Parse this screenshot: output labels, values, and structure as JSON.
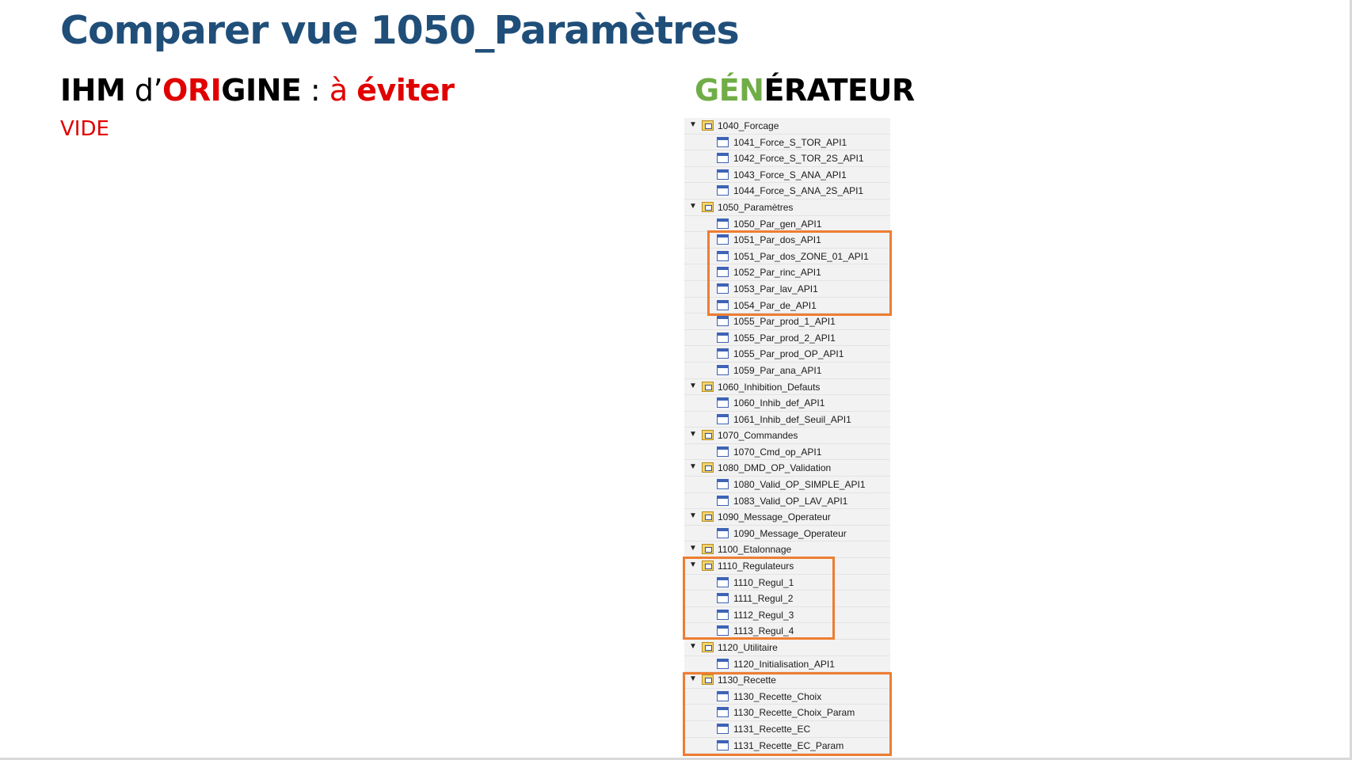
{
  "slide": {
    "title": "Comparer vue 1050_Paramètres",
    "left_heading": {
      "part1": "IHM",
      "part2": " d’",
      "part3": "ORI",
      "part4": "GINE",
      "part5": " : ",
      "part6": "à ",
      "part7": "éviter"
    },
    "left_status": "VIDE",
    "right_heading": {
      "part1": "GÉN",
      "part2": "ÉRATEUR"
    }
  },
  "colors": {
    "title": "#1f4e79",
    "accent_red": "#e00000",
    "accent_green": "#70ad47",
    "highlight_orange": "#ed7d31"
  },
  "tree": {
    "items": [
      {
        "label": "1040_Forcage",
        "kind": "folder"
      },
      {
        "label": "1041_Force_S_TOR_API1",
        "kind": "screen"
      },
      {
        "label": "1042_Force_S_TOR_2S_API1",
        "kind": "screen"
      },
      {
        "label": "1043_Force_S_ANA_API1",
        "kind": "screen"
      },
      {
        "label": "1044_Force_S_ANA_2S_API1",
        "kind": "screen"
      },
      {
        "label": "1050_Paramètres",
        "kind": "folder"
      },
      {
        "label": "1050_Par_gen_API1",
        "kind": "screen"
      },
      {
        "label": "1051_Par_dos_API1",
        "kind": "screen"
      },
      {
        "label": "1051_Par_dos_ZONE_01_API1",
        "kind": "screen"
      },
      {
        "label": "1052_Par_rinc_API1",
        "kind": "screen"
      },
      {
        "label": "1053_Par_lav_API1",
        "kind": "screen"
      },
      {
        "label": "1054_Par_de_API1",
        "kind": "screen"
      },
      {
        "label": "1055_Par_prod_1_API1",
        "kind": "screen"
      },
      {
        "label": "1055_Par_prod_2_API1",
        "kind": "screen"
      },
      {
        "label": "1055_Par_prod_OP_API1",
        "kind": "screen"
      },
      {
        "label": "1059_Par_ana_API1",
        "kind": "screen"
      },
      {
        "label": "1060_Inhibition_Defauts",
        "kind": "folder"
      },
      {
        "label": "1060_Inhib_def_API1",
        "kind": "screen"
      },
      {
        "label": "1061_Inhib_def_Seuil_API1",
        "kind": "screen"
      },
      {
        "label": "1070_Commandes",
        "kind": "folder"
      },
      {
        "label": "1070_Cmd_op_API1",
        "kind": "screen"
      },
      {
        "label": "1080_DMD_OP_Validation",
        "kind": "folder"
      },
      {
        "label": "1080_Valid_OP_SIMPLE_API1",
        "kind": "screen"
      },
      {
        "label": "1083_Valid_OP_LAV_API1",
        "kind": "screen"
      },
      {
        "label": "1090_Message_Operateur",
        "kind": "folder"
      },
      {
        "label": "1090_Message_Operateur",
        "kind": "screen"
      },
      {
        "label": "1100_Etalonnage",
        "kind": "folder"
      },
      {
        "label": "1110_Regulateurs",
        "kind": "folder"
      },
      {
        "label": "1110_Regul_1",
        "kind": "screen"
      },
      {
        "label": "1111_Regul_2",
        "kind": "screen"
      },
      {
        "label": "1112_Regul_3",
        "kind": "screen"
      },
      {
        "label": "1113_Regul_4",
        "kind": "screen"
      },
      {
        "label": "1120_Utilitaire",
        "kind": "folder"
      },
      {
        "label": "1120_Initialisation_API1",
        "kind": "screen"
      },
      {
        "label": "1130_Recette",
        "kind": "folder"
      },
      {
        "label": "1130_Recette_Choix",
        "kind": "screen"
      },
      {
        "label": "1130_Recette_Choix_Param",
        "kind": "screen"
      },
      {
        "label": "1131_Recette_EC",
        "kind": "screen"
      },
      {
        "label": "1131_Recette_EC_Param",
        "kind": "screen"
      }
    ]
  }
}
